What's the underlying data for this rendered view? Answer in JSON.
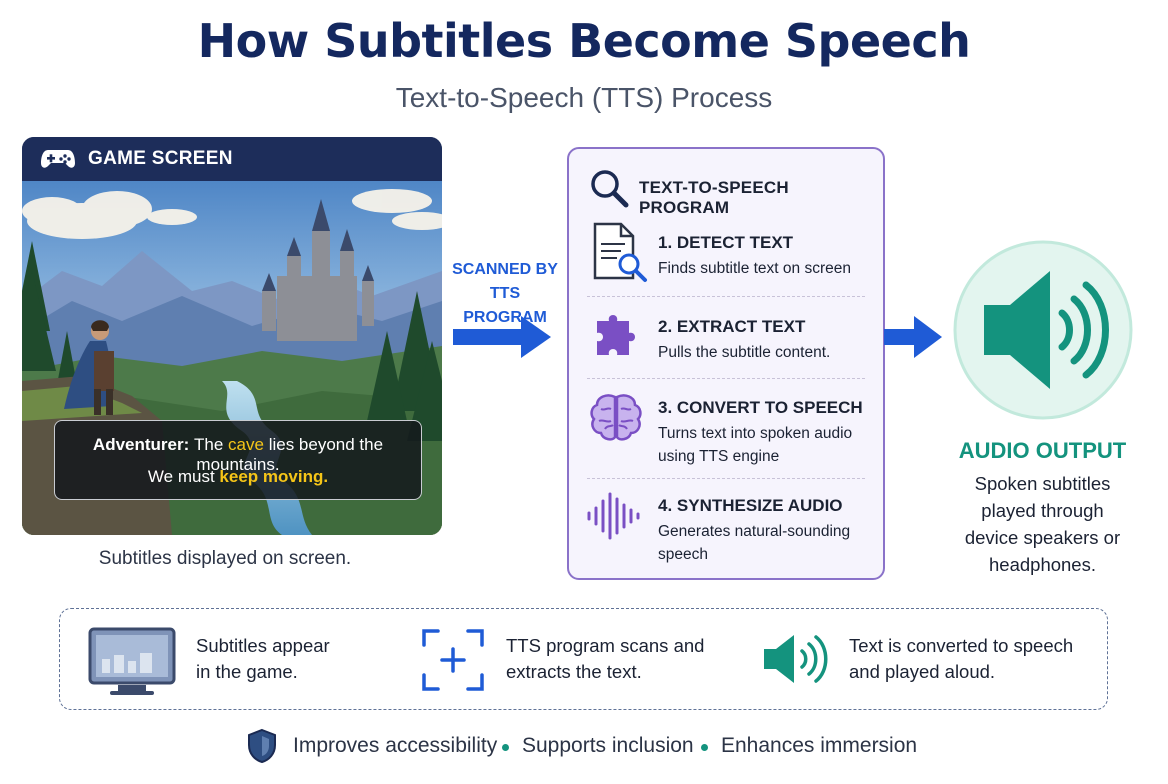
{
  "header": {
    "title": "How Subtitles Become Speech",
    "subtitle": "Text-to-Speech (TTS) Process"
  },
  "game": {
    "label": "GAME SCREEN",
    "subtitle_speaker": "Adventurer:",
    "subtitle_part1": "The",
    "subtitle_word1": "cave",
    "subtitle_part2": "lies beyond the mountains.",
    "subtitle_line2_part1": "We must",
    "subtitle_word2": "keep moving.",
    "caption": "Subtitles displayed on screen.",
    "icon": "gamepad-icon"
  },
  "arrow_label": {
    "line1": "SCANNED BY",
    "line2": "TTS PROGRAM"
  },
  "tts": {
    "title": "TEXT-TO-SPEECH PROGRAM",
    "steps": [
      {
        "title": "1. DETECT TEXT",
        "desc": "Finds subtitle text on screen",
        "icon": "document-search-icon"
      },
      {
        "title": "2. EXTRACT TEXT",
        "desc": "Pulls the subtitle content.",
        "icon": "puzzle-icon"
      },
      {
        "title": "3. CONVERT TO SPEECH",
        "desc1": "Turns text into spoken audio",
        "desc2": "using TTS engine",
        "icon": "brain-icon"
      },
      {
        "title": "4. SYNTHESIZE AUDIO",
        "desc1": "Generates natural-sounding",
        "desc2": "speech",
        "icon": "waveform-icon"
      }
    ]
  },
  "audio": {
    "label": "AUDIO OUTPUT",
    "desc_lines": [
      "Spoken subtitles",
      "played through",
      "device speakers or",
      "headphones."
    ],
    "icon": "speaker-icon"
  },
  "summary": [
    {
      "line1": "Subtitles appear",
      "line2": "in the game.",
      "icon": "monitor-icon"
    },
    {
      "line1": "TTS program scans and",
      "line2": "extracts the text.",
      "icon": "scan-icon"
    },
    {
      "line1": "Text is converted to speech",
      "line2": "and played aloud.",
      "icon": "speaker-icon"
    }
  ],
  "benefits": [
    "Improves accessibility",
    "Supports inclusion",
    "Enhances immersion"
  ],
  "colors": {
    "title": "#14285f",
    "arrow": "#1f5bd6",
    "panel_border": "#8a72c9",
    "audio": "#14937e",
    "icon_purple": "#7a4fc4"
  }
}
